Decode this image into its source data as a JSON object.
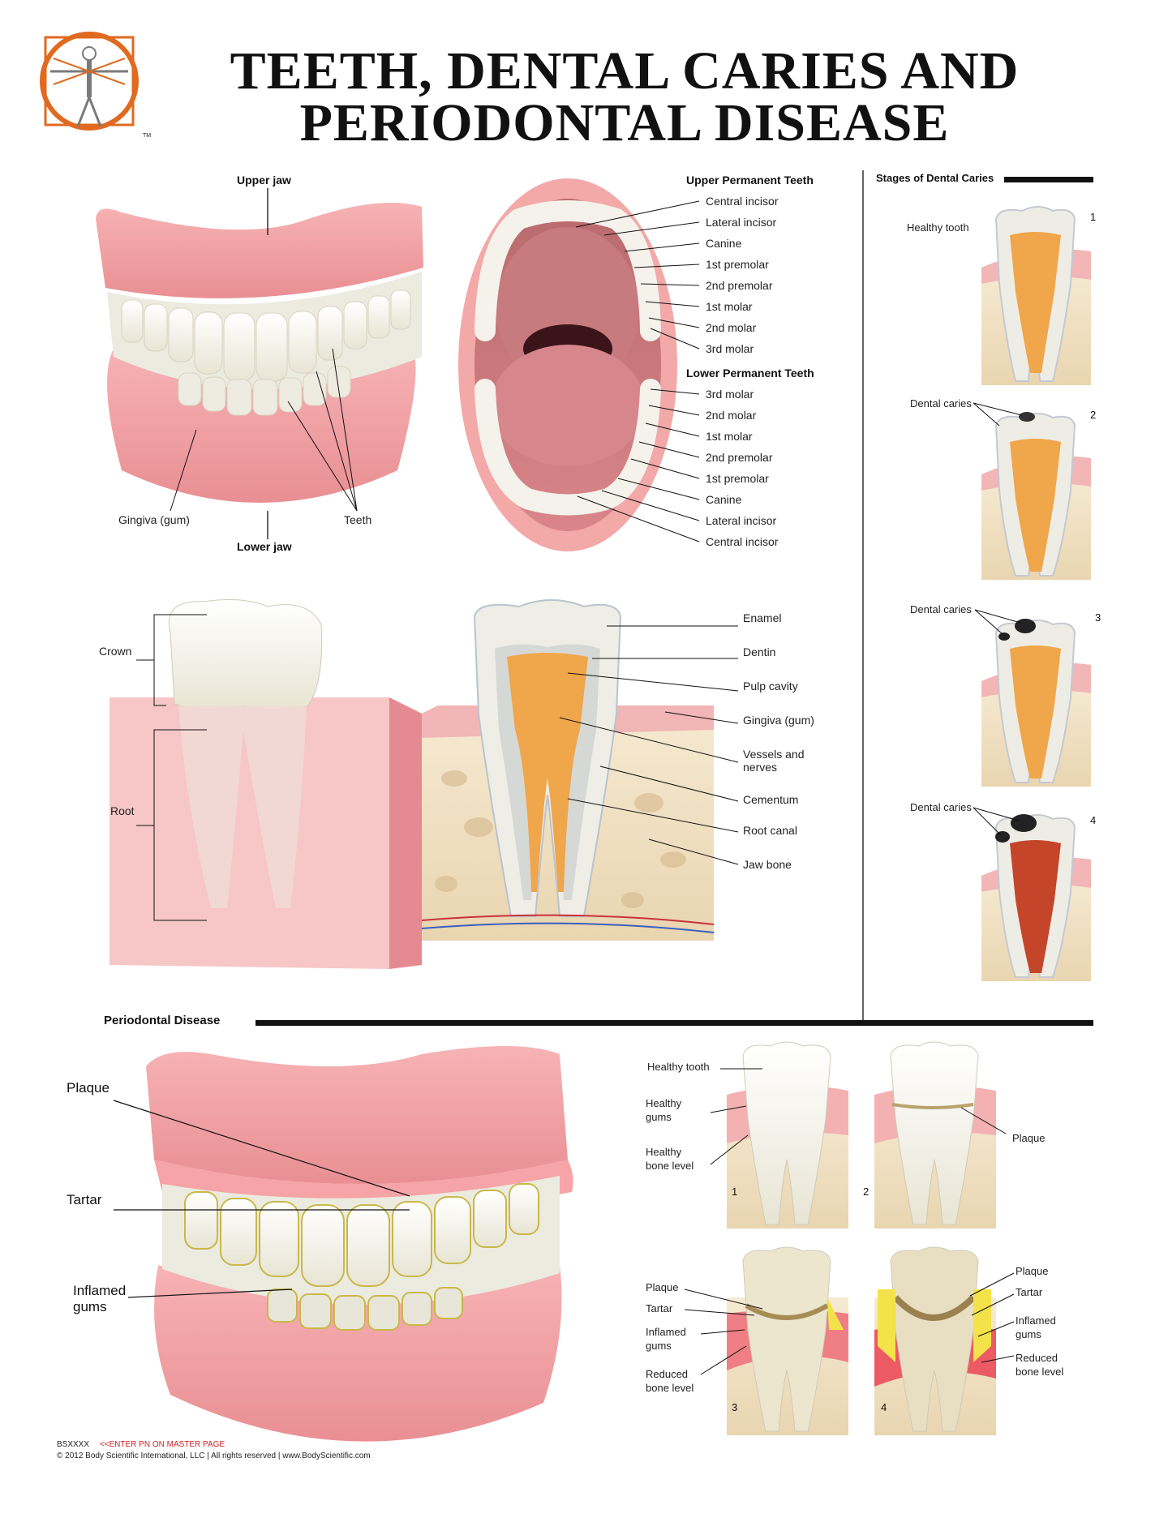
{
  "title": {
    "line1": "TEETH, DENTAL CARIES AND",
    "line2": "PERIODONTAL DISEASE"
  },
  "logo": {
    "tm": "TM"
  },
  "jaws": {
    "upper": "Upper jaw",
    "lower": "Lower jaw",
    "gingiva": "Gingiva (gum)",
    "teeth": "Teeth"
  },
  "upper_teeth": {
    "heading": "Upper Permanent Teeth",
    "items": [
      "Central incisor",
      "Lateral incisor",
      "Canine",
      "1st premolar",
      "2nd premolar",
      "1st molar",
      "2nd molar",
      "3rd molar"
    ]
  },
  "lower_teeth": {
    "heading": "Lower Permanent Teeth",
    "items": [
      "3rd molar",
      "2nd molar",
      "1st molar",
      "2nd premolar",
      "1st premolar",
      "Canine",
      "Lateral incisor",
      "Central incisor"
    ]
  },
  "anatomy": {
    "crown": "Crown",
    "root": "Root",
    "labels": [
      "Enamel",
      "Dentin",
      "Pulp cavity",
      "Gingiva (gum)",
      "Vessels and",
      "nerves",
      "Cementum",
      "Root canal",
      "Jaw bone"
    ]
  },
  "caries": {
    "heading": "Stages of Dental Caries",
    "stages": [
      {
        "num": "1",
        "label": "Healthy tooth"
      },
      {
        "num": "2",
        "label": "Dental caries"
      },
      {
        "num": "3",
        "label": "Dental caries"
      },
      {
        "num": "4",
        "label": "Dental caries"
      }
    ]
  },
  "periodontal": {
    "heading": "Periodontal Disease",
    "plaque": "Plaque",
    "tartar": "Tartar",
    "inflamed1": "Inflamed",
    "inflamed2": "gums",
    "p1": {
      "num": "1",
      "healthy_tooth": "Healthy tooth",
      "gums1": "Healthy",
      "gums2": "gums",
      "bone1": "Healthy",
      "bone2": "bone level"
    },
    "p2": {
      "num": "2",
      "plaque": "Plaque"
    },
    "p3": {
      "num": "3",
      "plaque": "Plaque",
      "tartar": "Tartar",
      "inflamed1": "Inflamed",
      "inflamed2": "gums",
      "reduced1": "Reduced",
      "reduced2": "bone level"
    },
    "p4": {
      "num": "4",
      "plaque": "Plaque",
      "tartar": "Tartar",
      "inflamed1": "Inflamed",
      "inflamed2": "gums",
      "reduced1": "Reduced",
      "reduced2": "bone level"
    }
  },
  "footer": {
    "code": "BSXXXX",
    "enter": "<<ENTER PN ON MASTER PAGE",
    "copyright": "© 2012 Body Scientific International, LLC | All rights reserved | www.BodyScientific.com"
  },
  "colors": {
    "gum": "#f4a6a8",
    "tooth": "#f3f1e6",
    "bone": "#f1e3c6",
    "pulp": "#f0a64a",
    "accent": "#e06a1f"
  }
}
